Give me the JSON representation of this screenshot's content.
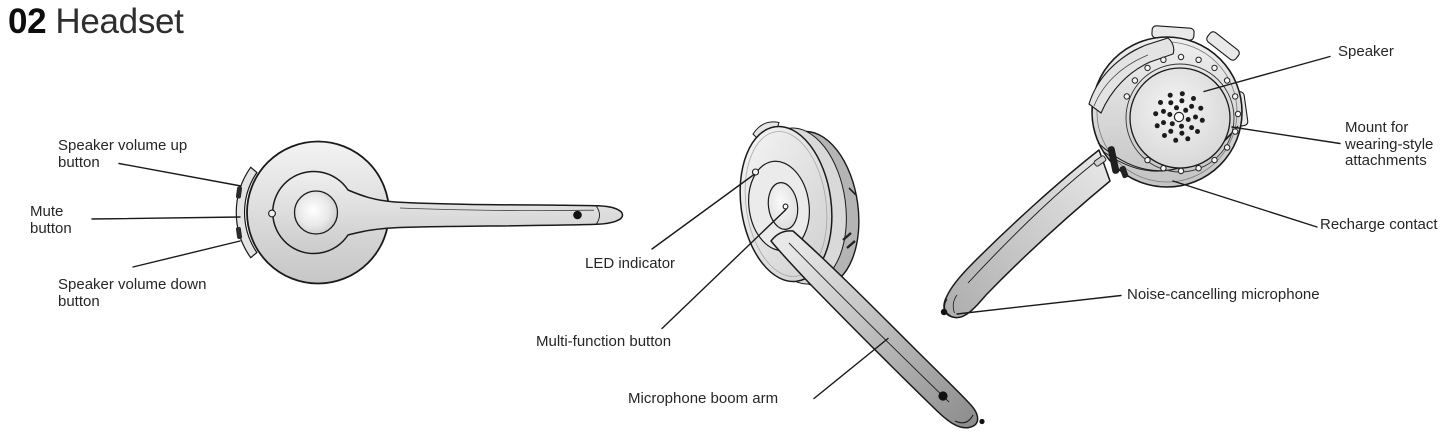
{
  "header": {
    "section_number": "02",
    "section_title": "Headset"
  },
  "labels": {
    "speaker_volume_up": "Speaker volume up button",
    "mute": "Mute button",
    "speaker_volume_down": "Speaker volume down button",
    "led_indicator": "LED indicator",
    "multi_function": "Multi-function button",
    "microphone_boom_arm": "Microphone boom arm",
    "speaker": "Speaker",
    "mount_wearing_style": "Mount for wearing-style attachments",
    "recharge_contact": "Recharge contact",
    "noise_cancelling_mic": "Noise-cancelling microphone"
  },
  "colors": {
    "outline": "#1a1a1a",
    "text": "#262626",
    "background": "#ffffff"
  }
}
